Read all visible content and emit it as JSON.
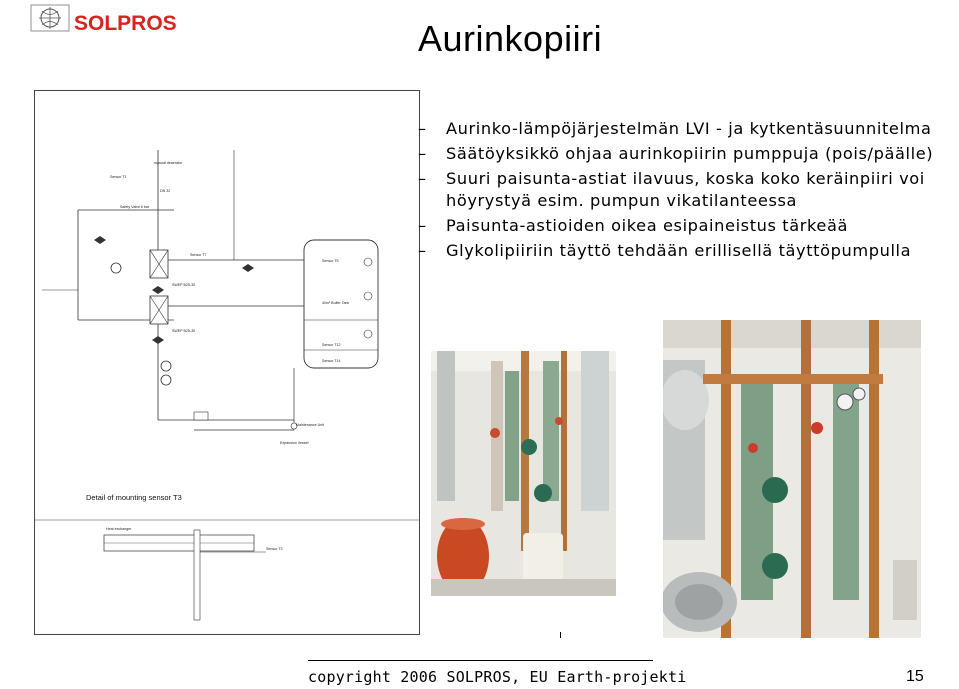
{
  "header": {
    "brand": "SOLPROS",
    "title": "Aurinkopiiri"
  },
  "bullets": [
    "Aurinko-lämpöjärjestelmän LVI - ja kytkentäsuunnitelma",
    "Säätöyksikkö ohjaa aurinkopiirin pumppuja (pois/päälle)",
    "Suuri paisunta-astiat ilavuus, koska koko keräinpiiri voi höyrystyä esim. pumpun vikatilanteessa",
    "Paisunta-astioiden oikea esipaineistus tärkeää",
    "Glykolipiiriin täyttö tehdään erillisellä täyttöpumpulla"
  ],
  "diagram": {
    "detail_caption": "Detail of mounting sensor T3",
    "labels": {
      "sensor_t1": "Sensor T1",
      "sensor_t3": "Sensor T3",
      "sensor_t5": "Sensor T5",
      "sensor_t7": "Sensor T7",
      "sensor_t12": "Sensor T12",
      "sensor_t14": "Sensor T14",
      "heat_exchanger": "Heat exchanger",
      "buffer_tank": "40m³ Buffer Tank",
      "expansion_vessel": "Expansion Vessel",
      "manual_deaerator": "manual deaerator",
      "safety_valve": "Safety Valve 6 bar",
      "maintenance_unit": "Maintenance Unit",
      "dn32": "DN 32",
      "rank": "SWEP B25-30"
    }
  },
  "footer": {
    "copyright": "copyright 2006 SOLPROS, EU Earth-projekti",
    "page": "15"
  },
  "colors": {
    "brand": "#d8231f",
    "expansion_vessel": "#c8431f",
    "panel_green": "#7f9e86",
    "pipe_copper": "#b87333"
  },
  "icons": {
    "logo": "solpros-logo-icon",
    "bullet": "dash-bullet"
  }
}
